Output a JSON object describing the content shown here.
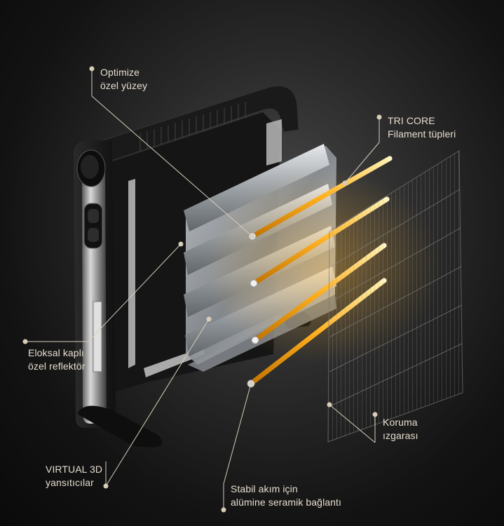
{
  "colors": {
    "background": "#111111",
    "label_text": "#e6ddcf",
    "leader_line": "#d8cdb9",
    "filament_glow": "#ffb020",
    "heater_body": "#1b1b1b",
    "reflector": "#b8bcc2"
  },
  "callouts": [
    {
      "id": "optimize",
      "lines": [
        "Optimize",
        "özel yüzey"
      ]
    },
    {
      "id": "tricore",
      "lines": [
        "TRI CORE",
        "Filament tüpleri"
      ]
    },
    {
      "id": "eloksal",
      "lines": [
        "Eloksal kaplı",
        "özel reflektör"
      ]
    },
    {
      "id": "koruma",
      "lines": [
        "Koruma",
        "ızgarası"
      ]
    },
    {
      "id": "virtual",
      "lines": [
        "VIRTUAL 3D",
        "yansıtıcılar"
      ]
    },
    {
      "id": "stabil",
      "lines": [
        "Stabil akım için",
        "alümine seramik bağlantı"
      ]
    }
  ]
}
